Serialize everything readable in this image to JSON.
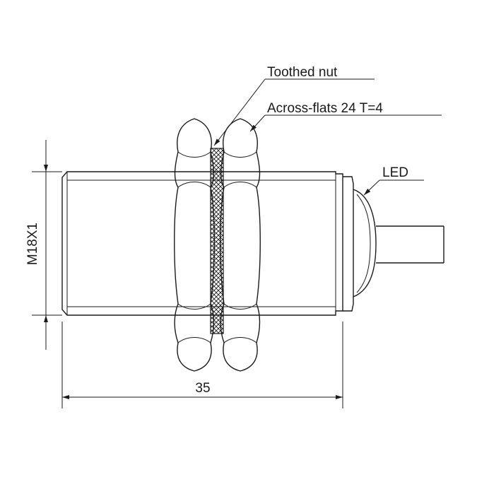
{
  "labels": {
    "toothed_nut": "Toothed nut",
    "across_flats": "Across-flats 24 T=4",
    "led": "LED",
    "thread": "M18X1",
    "length": "35"
  },
  "colors": {
    "line": "#1a1a1a",
    "background": "#ffffff"
  }
}
